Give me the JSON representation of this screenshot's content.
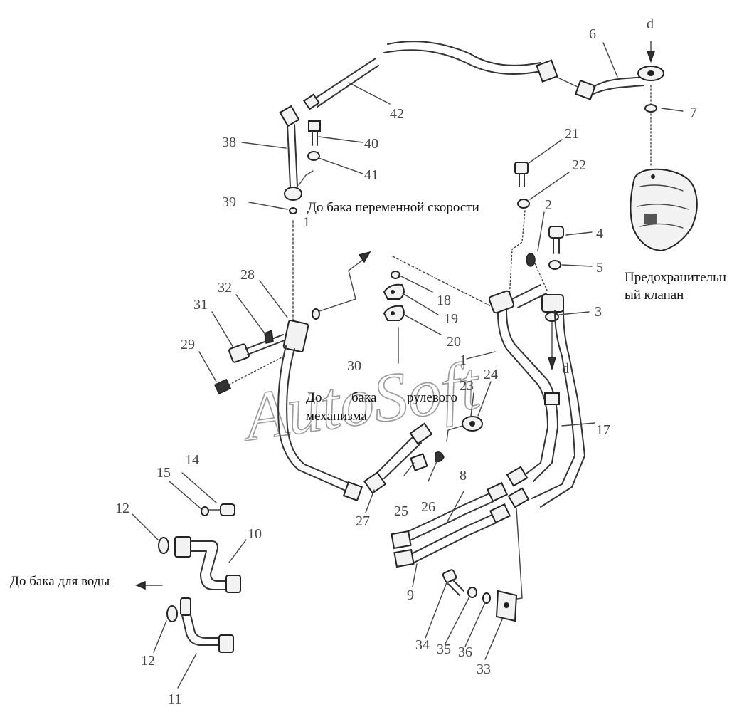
{
  "watermark": "AutoSoft",
  "captions": {
    "variable_speed_tank": "До бака переменной скорости",
    "safety_valve_line1": "Предохранительн",
    "safety_valve_line2": "ый клапан",
    "steering_tank_w1": "До",
    "steering_tank_w2": "бака",
    "steering_tank_w3": "рулевого",
    "steering_tank_line2": "механизма",
    "water_tank": "До бака для воды"
  },
  "labels": {
    "d_top": "d",
    "d_mid": "d",
    "p1": "1",
    "p1b": "1",
    "p2": "2",
    "p3": "3",
    "p4": "4",
    "p5": "5",
    "p6": "6",
    "p7": "7",
    "p8": "8",
    "p9": "9",
    "p10": "10",
    "p11": "11",
    "p12a": "12",
    "p12b": "12",
    "p14": "14",
    "p15": "15",
    "p17": "17",
    "p18": "18",
    "p19": "19",
    "p20": "20",
    "p21": "21",
    "p22": "22",
    "p23": "23",
    "p24": "24",
    "p25": "25",
    "p26": "26",
    "p27": "27",
    "p28": "28",
    "p29": "29",
    "p30": "30",
    "p31": "31",
    "p32": "32",
    "p33": "33",
    "p34": "34",
    "p35": "35",
    "p36": "36",
    "p38": "38",
    "p39": "39",
    "p40": "40",
    "p41": "41",
    "p42": "42"
  }
}
